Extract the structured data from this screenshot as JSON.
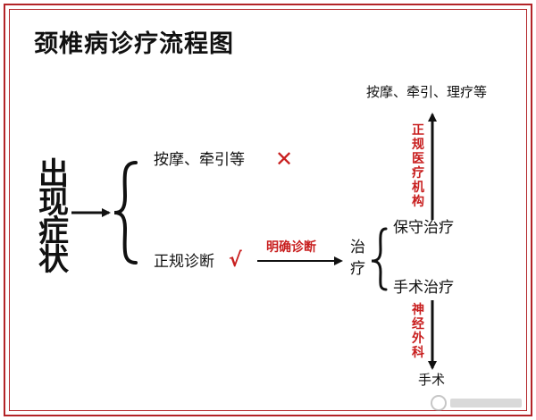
{
  "title": "颈椎病诊疗流程图",
  "symptom": [
    "出",
    "现",
    "症",
    "状"
  ],
  "branch_top": "按摩、牵引等",
  "branch_top_mark": "✕",
  "branch_bottom": "正规诊断",
  "branch_bottom_mark": "√",
  "diagnose_label": "明确诊断",
  "treatment": [
    "治",
    "疗"
  ],
  "conservative": "保守治疗",
  "surgical": "手术治疗",
  "conservative_result": "按摩、牵引、理疗等",
  "conservative_via": [
    "正",
    "规",
    "医",
    "疗",
    "机",
    "构"
  ],
  "surgical_via": [
    "神",
    "经",
    "外",
    "科"
  ],
  "surgical_result": "手术",
  "colors": {
    "border": "#b32428",
    "accent_red": "#c81e1e",
    "text": "#111111"
  }
}
